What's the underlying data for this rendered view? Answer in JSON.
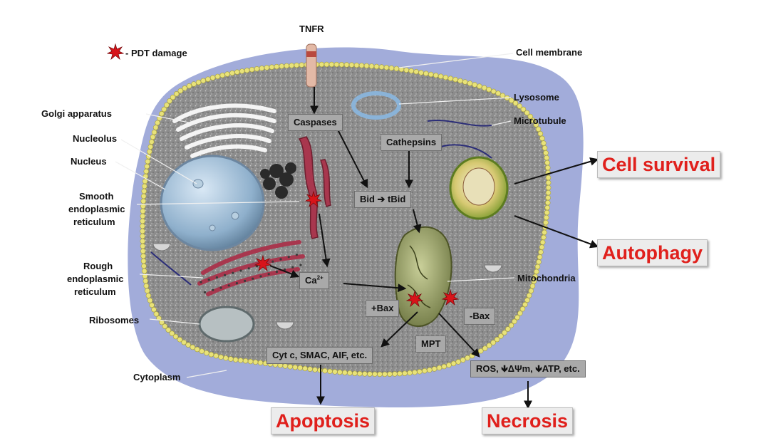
{
  "legend": {
    "symbol_name": "pdt-damage-star",
    "text": "- PDT damage"
  },
  "left_labels": {
    "golgi": "Golgi apparatus",
    "nucleolus": "Nucleolus",
    "nucleus": "Nucleus",
    "ser": [
      "Smooth",
      "endoplasmic",
      "reticulum"
    ],
    "rer": [
      "Rough",
      "endoplasmic",
      "reticulum"
    ],
    "ribosomes": "Ribosomes",
    "cytoplasm": "Cytoplasm"
  },
  "top_labels": {
    "tnfr": "TNFR"
  },
  "right_labels": {
    "cell_membrane": "Cell membrane",
    "lysosome": "Lysosome",
    "microtubule": "Microtubule",
    "mitochondria": "Mitochondria"
  },
  "pathway_boxes": {
    "caspases": "Caspases",
    "cathepsins": "Cathepsins",
    "bid": "Bid ➔ tBid",
    "ca": "Ca",
    "ca_sup": "2+",
    "plus_bax": "+Bax",
    "minus_bax": "-Bax",
    "mpt": "MPT",
    "cyt": "Cyt c, SMAC, AIF, etc.",
    "ros": "ROS, 🡻ΔΨm, 🡻ATP, etc."
  },
  "outcomes": {
    "cell_survival": "Cell survival",
    "autophagy": "Autophagy",
    "apoptosis": "Apoptosis",
    "necrosis": "Necrosis"
  },
  "colors": {
    "outcome_text": "#e0201c",
    "box_fill": "#a9a9a9",
    "membrane_bead": "#e8e27a",
    "outer_membrane": "#9aa6d8",
    "cytoplasm": "#8f8f8f",
    "damage": "#d8141a"
  }
}
